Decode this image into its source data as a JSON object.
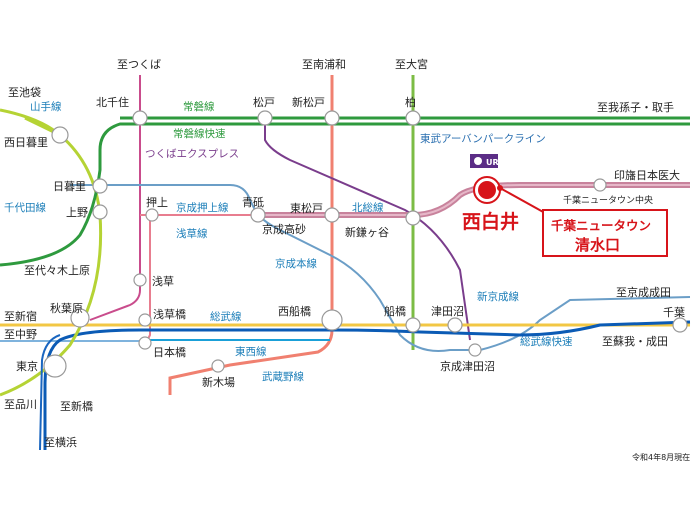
{
  "destinations": {
    "ikebukuro": "至池袋",
    "tsukuba": "至つくば",
    "minami_urawa": "至南浦和",
    "omiya": "至大宮",
    "abiko_toride": "至我孫子・取手",
    "yoyogi_uehara": "至代々木上原",
    "shinjuku": "至新宿",
    "nakano": "至中野",
    "shinagawa": "至品川",
    "shimbashi": "至新橋",
    "yokohama": "至横浜",
    "keisei_narita": "至京成成田",
    "soga_narita": "至蘇我・成田"
  },
  "stations": {
    "kita_senju": "北千住",
    "matsudo": "松戸",
    "shin_matsudo": "新松戸",
    "kashiwa": "柏",
    "nishi_nippori": "西日暮里",
    "nippori": "日暮里",
    "ueno": "上野",
    "oshiage": "押上",
    "aoto": "青砥",
    "higashi_matsudo": "東松戸",
    "keisei_takasago": "京成高砂",
    "shin_kamagaya": "新鎌ヶ谷",
    "asakusa": "浅草",
    "asakusabashi": "浅草橋",
    "akihabara": "秋葉原",
    "nishi_funabashi": "西船橋",
    "funabashi": "船橋",
    "tsudanuma": "津田沼",
    "chiba": "千葉",
    "tokyo": "東京",
    "nihombashi": "日本橋",
    "shin_kiba": "新木場",
    "keisei_tsudanuma": "京成津田沼",
    "inzai_makinohara": "印旛日本医大",
    "chiba_nt_chuo": "千葉ニュータウン中央",
    "nishi_shiroi": "西白井"
  },
  "lines": {
    "yamanote": "山手線",
    "joban": "常磐線",
    "joban_rapid": "常磐線快速",
    "tsukuba_express": "つくばエクスプレス",
    "tobu_urban_park": "東武アーバンパークライン",
    "chiyoda": "千代田線",
    "keisei_oshiage": "京成押上線",
    "asakusa_line": "浅草線",
    "hokuso": "北総線",
    "keisei_main": "京成本線",
    "shin_keisei": "新京成線",
    "sobu": "総武線",
    "tozai": "東西線",
    "musashino": "武蔵野線",
    "sobu_rapid": "総武線快速"
  },
  "callout": {
    "line1": "千葉ニュータウン",
    "line2": "清水口"
  },
  "logo": {
    "text": "UR"
  },
  "note": "令和4年8月現在",
  "colors": {
    "yamanote": "#b5d334",
    "joban": "#2e9a3e",
    "joban_rapid": "#2e9a3e",
    "tsukuba_express": "#c94c8c",
    "tobu_urban_park": "#7cbc45",
    "chiyoda": "#2e9a3e",
    "hokuso": "#c8829c",
    "musashino": "#f08070",
    "sobu": "#f2c744",
    "sobu_rapid": "#0b5bb5",
    "tozai": "#1aa0d8",
    "keisei": "#6b9ec7",
    "shin_keisei": "#5aa8dc",
    "asakusa_line": "#e87d8f",
    "purple": "#7a3d8c",
    "highlight": "#d7141a"
  }
}
